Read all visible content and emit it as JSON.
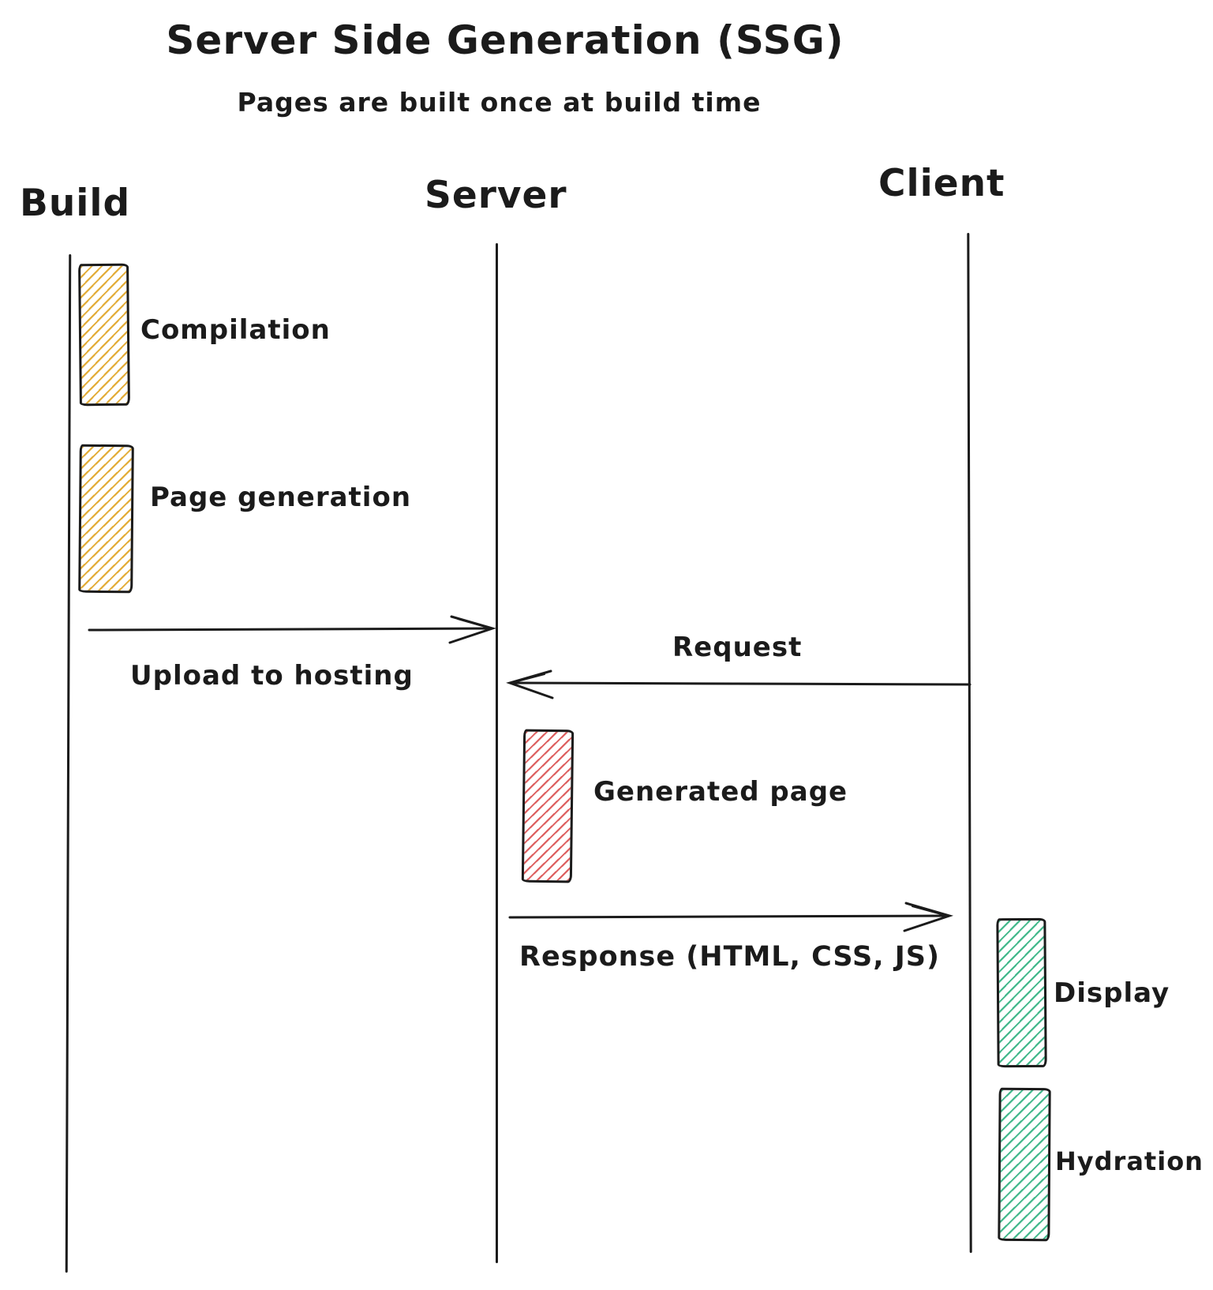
{
  "title": "Server Side Generation (SSG)",
  "subtitle": "Pages are built once at build time",
  "colors": {
    "stroke": "#1b1b1b",
    "background": "#ffffff",
    "yellow_hatch": "#e2ac37",
    "red_hatch": "#dd5f5f",
    "green_hatch": "#41b88b"
  },
  "lifelines": [
    {
      "id": "build",
      "label": "Build"
    },
    {
      "id": "server",
      "label": "Server"
    },
    {
      "id": "client",
      "label": "Client"
    }
  ],
  "activations": [
    {
      "id": "compilation",
      "label": "Compilation",
      "lifeline": "build",
      "color": "yellow"
    },
    {
      "id": "page-generation",
      "label": "Page generation",
      "lifeline": "build",
      "color": "yellow"
    },
    {
      "id": "generated-page",
      "label": "Generated page",
      "lifeline": "server",
      "color": "red"
    },
    {
      "id": "display",
      "label": "Display",
      "lifeline": "client",
      "color": "green"
    },
    {
      "id": "hydration",
      "label": "Hydration",
      "lifeline": "client",
      "color": "green"
    }
  ],
  "messages": [
    {
      "id": "upload",
      "label": "Upload to hosting",
      "from": "build",
      "to": "server",
      "direction": "right"
    },
    {
      "id": "request",
      "label": "Request",
      "from": "client",
      "to": "server",
      "direction": "left"
    },
    {
      "id": "response",
      "label": "Response (HTML, CSS, JS)",
      "from": "server",
      "to": "client",
      "direction": "right"
    }
  ]
}
